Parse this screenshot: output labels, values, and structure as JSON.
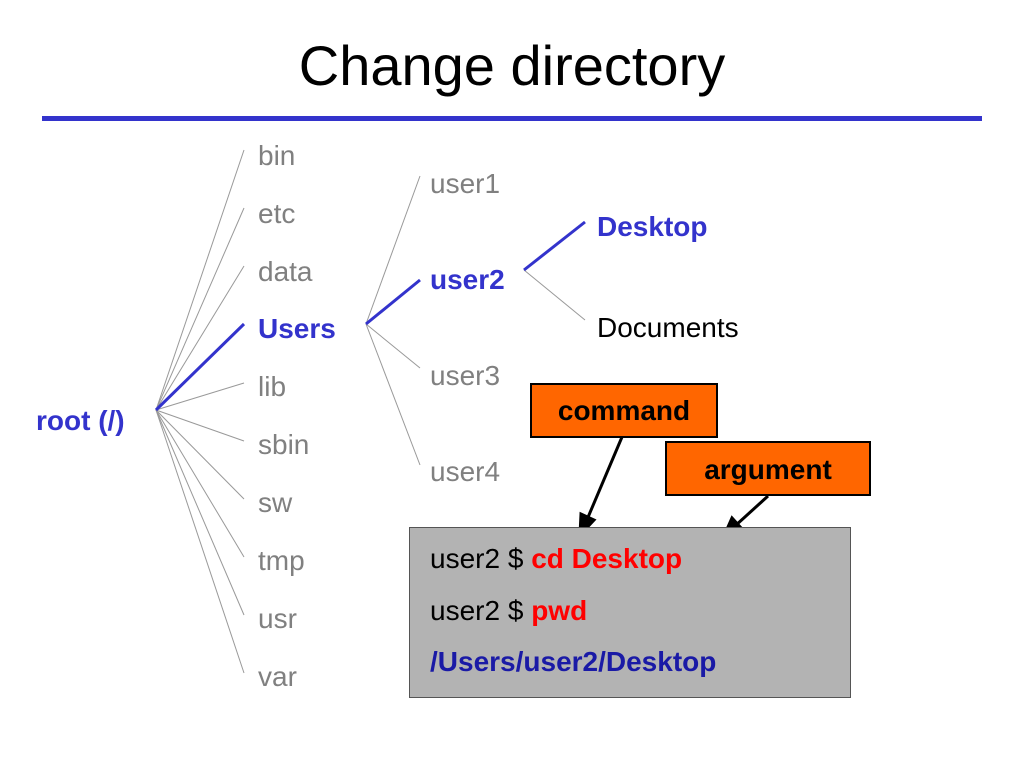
{
  "title": "Change directory",
  "root_label": "root (/)",
  "level1": [
    "bin",
    "etc",
    "data",
    "Users",
    "lib",
    "sbin",
    "sw",
    "tmp",
    "usr",
    "var"
  ],
  "level2": [
    "user1",
    "user2",
    "user3",
    "user4"
  ],
  "level3": [
    "Desktop",
    "Documents"
  ],
  "tags": {
    "command": "command",
    "argument": "argument"
  },
  "terminal": {
    "line1_prompt": "user2 $",
    "line1_cmd": "cd Desktop",
    "line2_prompt": "user2 $",
    "line2_cmd": "pwd",
    "line3_output": "/Users/user2/Desktop"
  },
  "colors": {
    "accent": "#3333cc",
    "tag_fill": "#ff6600",
    "terminal_bg": "#b3b3b3",
    "command_text": "#ff0000"
  }
}
